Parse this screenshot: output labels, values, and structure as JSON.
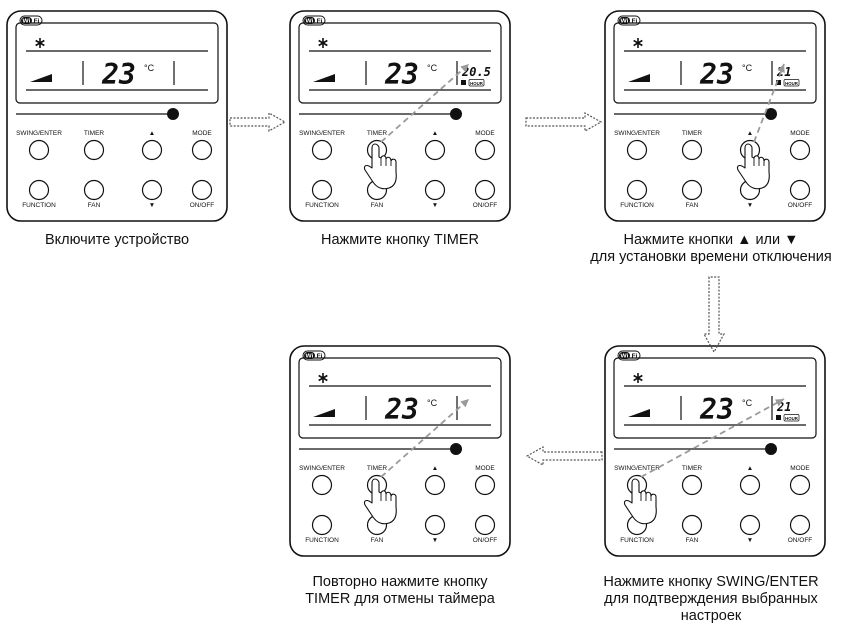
{
  "steps": [
    {
      "caption": "Включите устройство",
      "temp": "23",
      "temp_unit": "°C",
      "timer_value": "",
      "timer_unit": "",
      "finger": "none",
      "pointer": false
    },
    {
      "caption": "Нажмите кнопку TIMER",
      "temp": "23",
      "temp_unit": "°C",
      "timer_value": "20.5",
      "timer_unit": "HOUR",
      "finger": "timer",
      "pointer": true
    },
    {
      "caption": "Нажмите кнопки ▲ или ▼\nдля установки времени отключения",
      "temp": "23",
      "temp_unit": "°C",
      "timer_value": "21",
      "timer_unit": "HOUR",
      "finger": "up",
      "pointer": true
    },
    {
      "caption": "Нажмите кнопку SWING/ENTER\nдля подтверждения выбранных\nнастроек",
      "temp": "23",
      "temp_unit": "°C",
      "timer_value": "21",
      "timer_unit": "HOUR",
      "finger": "swing",
      "pointer": true
    },
    {
      "caption": "Повторно нажмите кнопку\nTIMER для отмены таймера",
      "temp": "23",
      "temp_unit": "°C",
      "timer_value": "",
      "timer_unit": "",
      "finger": "timer",
      "pointer": true
    }
  ],
  "remote": {
    "wifi_label": "WiFi",
    "buttons": {
      "swing_enter": "SWING/ENTER",
      "timer": "TIMER",
      "up": "▲",
      "mode": "MODE",
      "function": "FUNCTION",
      "fan": "FAN",
      "down": "▼",
      "on_off": "ON/OFF"
    }
  },
  "colors": {
    "outline": "#111111",
    "pointer_arrow": "#9a9a9a",
    "flow_arrow": "#555555"
  },
  "icons": {
    "fan_mode": "snowflake-icon",
    "fan_speed": "fan-speed-bars-icon",
    "press": "pointing-hand-icon"
  }
}
